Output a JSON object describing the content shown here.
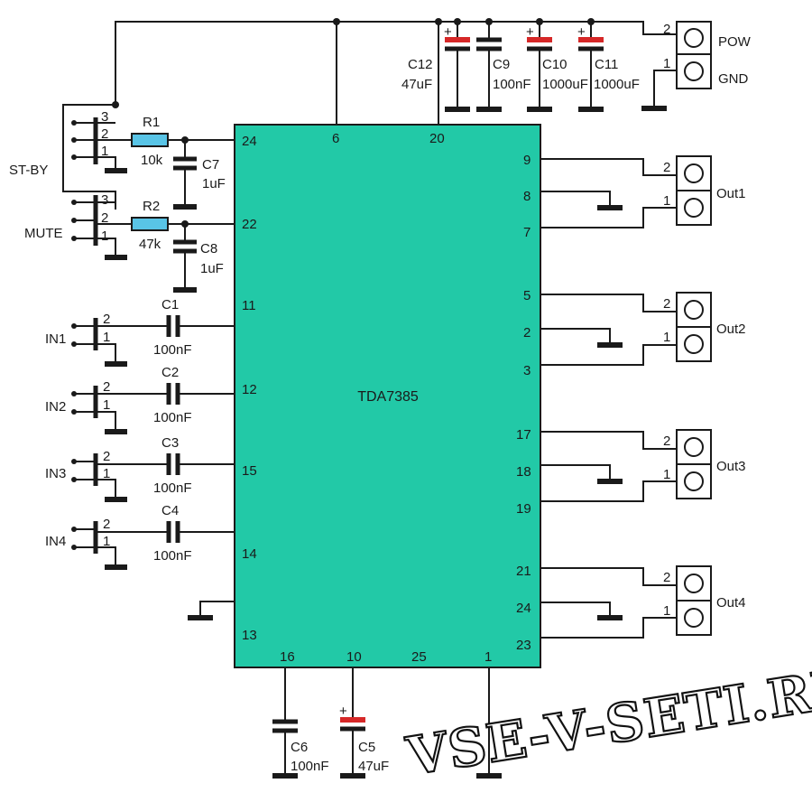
{
  "chip": {
    "name": "TDA7385"
  },
  "watermark": "VSE-V-SETI.RU",
  "pins": {
    "p24_left": "24",
    "p22": "22",
    "p11": "11",
    "p12": "12",
    "p15": "15",
    "p14": "14",
    "p13": "13",
    "p6": "6",
    "p20": "20",
    "p9": "9",
    "p8": "8",
    "p7": "7",
    "p5": "5",
    "p2": "2",
    "p3": "3",
    "p17": "17",
    "p18": "18",
    "p19": "19",
    "p21": "21",
    "p24_right": "24",
    "p23": "23",
    "p16": "16",
    "p10": "10",
    "p25": "25",
    "p1": "1"
  },
  "components": {
    "r1": {
      "name": "R1",
      "value": "10k"
    },
    "r2": {
      "name": "R2",
      "value": "47k"
    },
    "c1": {
      "name": "C1",
      "value": "100nF"
    },
    "c2": {
      "name": "C2",
      "value": "100nF"
    },
    "c3": {
      "name": "C3",
      "value": "100nF"
    },
    "c4": {
      "name": "C4",
      "value": "100nF"
    },
    "c5": {
      "name": "C5",
      "value": "47uF"
    },
    "c6": {
      "name": "C6",
      "value": "100nF"
    },
    "c7": {
      "name": "C7",
      "value": "1uF"
    },
    "c8": {
      "name": "C8",
      "value": "1uF"
    },
    "c9": {
      "name": "C9",
      "value": "100nF"
    },
    "c10": {
      "name": "C10",
      "value": "1000uF"
    },
    "c11": {
      "name": "C11",
      "value": "1000uF"
    },
    "c12": {
      "name": "C12",
      "value": "47uF"
    },
    "plus": "+"
  },
  "connectors": {
    "stby": {
      "label": "ST-BY",
      "pin3": "3",
      "pin2": "2",
      "pin1": "1"
    },
    "mute": {
      "label": "MUTE",
      "pin3": "3",
      "pin2": "2",
      "pin1": "1"
    },
    "in1": {
      "label": "IN1",
      "pin2": "2",
      "pin1": "1"
    },
    "in2": {
      "label": "IN2",
      "pin2": "2",
      "pin1": "1"
    },
    "in3": {
      "label": "IN3",
      "pin2": "2",
      "pin1": "1"
    },
    "in4": {
      "label": "IN4",
      "pin2": "2",
      "pin1": "1"
    },
    "power": {
      "pow_label": "POW",
      "gnd_label": "GND",
      "pin2": "2",
      "pin1": "1"
    },
    "out1": {
      "label": "Out1",
      "pin2": "2",
      "pin1": "1"
    },
    "out2": {
      "label": "Out2",
      "pin2": "2",
      "pin1": "1"
    },
    "out3": {
      "label": "Out3",
      "pin2": "2",
      "pin1": "1"
    },
    "out4": {
      "label": "Out4",
      "pin2": "2",
      "pin1": "1"
    }
  },
  "colors": {
    "chip_fill": "#22c9a7",
    "resistor_fill": "#59c4e6",
    "electrolytic_plate": "#d62828",
    "wire": "#1a1a1a"
  }
}
